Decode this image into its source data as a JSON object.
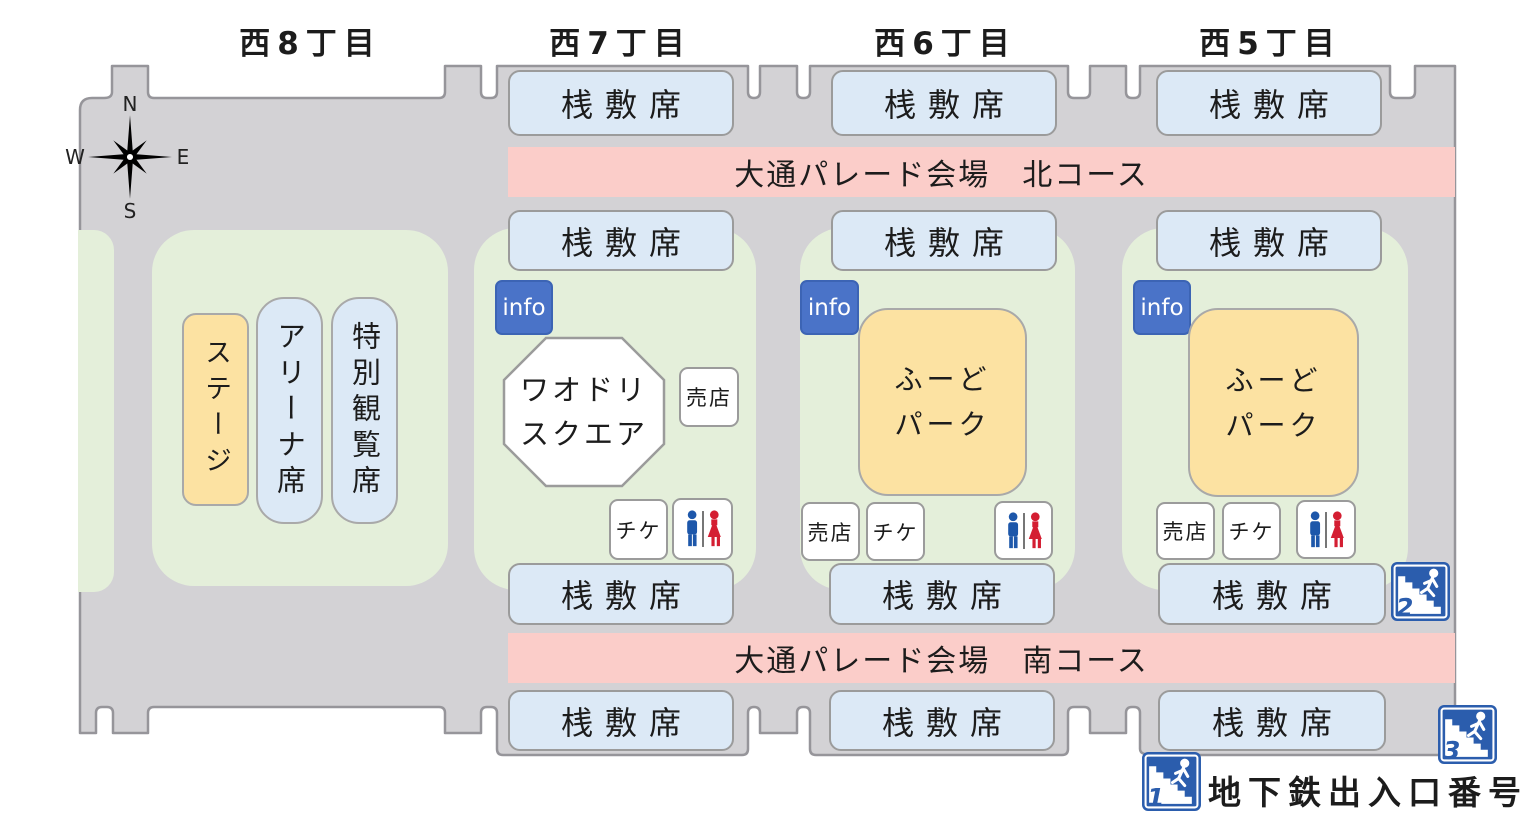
{
  "compass": {
    "north": "N",
    "south": "S",
    "east": "E",
    "west": "W"
  },
  "districts": {
    "west8": "西8丁目",
    "west7": "西7丁目",
    "west6": "西6丁目",
    "west5": "西5丁目"
  },
  "parade_course": {
    "north_label": "大通パレード会場　北コース",
    "south_label": "大通パレード会場　南コース"
  },
  "seating": {
    "sajiki_label": "桟敷席"
  },
  "west8": {
    "stage_label": "ステージ",
    "arena_label": "アリーナ席",
    "special_label": "特別観覧席"
  },
  "west7": {
    "info_label": "info",
    "square_label_line1": "ワオドリ",
    "square_label_line2": "スクエア",
    "shop_label": "売店",
    "ticket_label": "チケ"
  },
  "west6": {
    "info_label": "info",
    "food_park_line1": "ふーど",
    "food_park_line2": "パーク",
    "shop_label": "売店",
    "ticket_label": "チケ"
  },
  "west5": {
    "info_label": "info",
    "food_park_line1": "ふーど",
    "food_park_line2": "パーク",
    "shop_label": "売店",
    "ticket_label": "チケ"
  },
  "subway": {
    "exit1_number": "1",
    "exit2_number": "2",
    "exit3_number": "3",
    "legend_label": "地下鉄出入口番号"
  },
  "colors": {
    "road_gray": "#d3d2d5",
    "road_outline": "#96959a",
    "block_green": "#e4efda",
    "seat_blue": "#dce9f6",
    "parade_pink": "#fbcdc9",
    "stage_yellow": "#fce2a2",
    "info_blue": "#4a73c8",
    "toilet_man_blue": "#1d57aa",
    "toilet_woman_red": "#d41e32",
    "subway_blue": "#2b5dad"
  }
}
